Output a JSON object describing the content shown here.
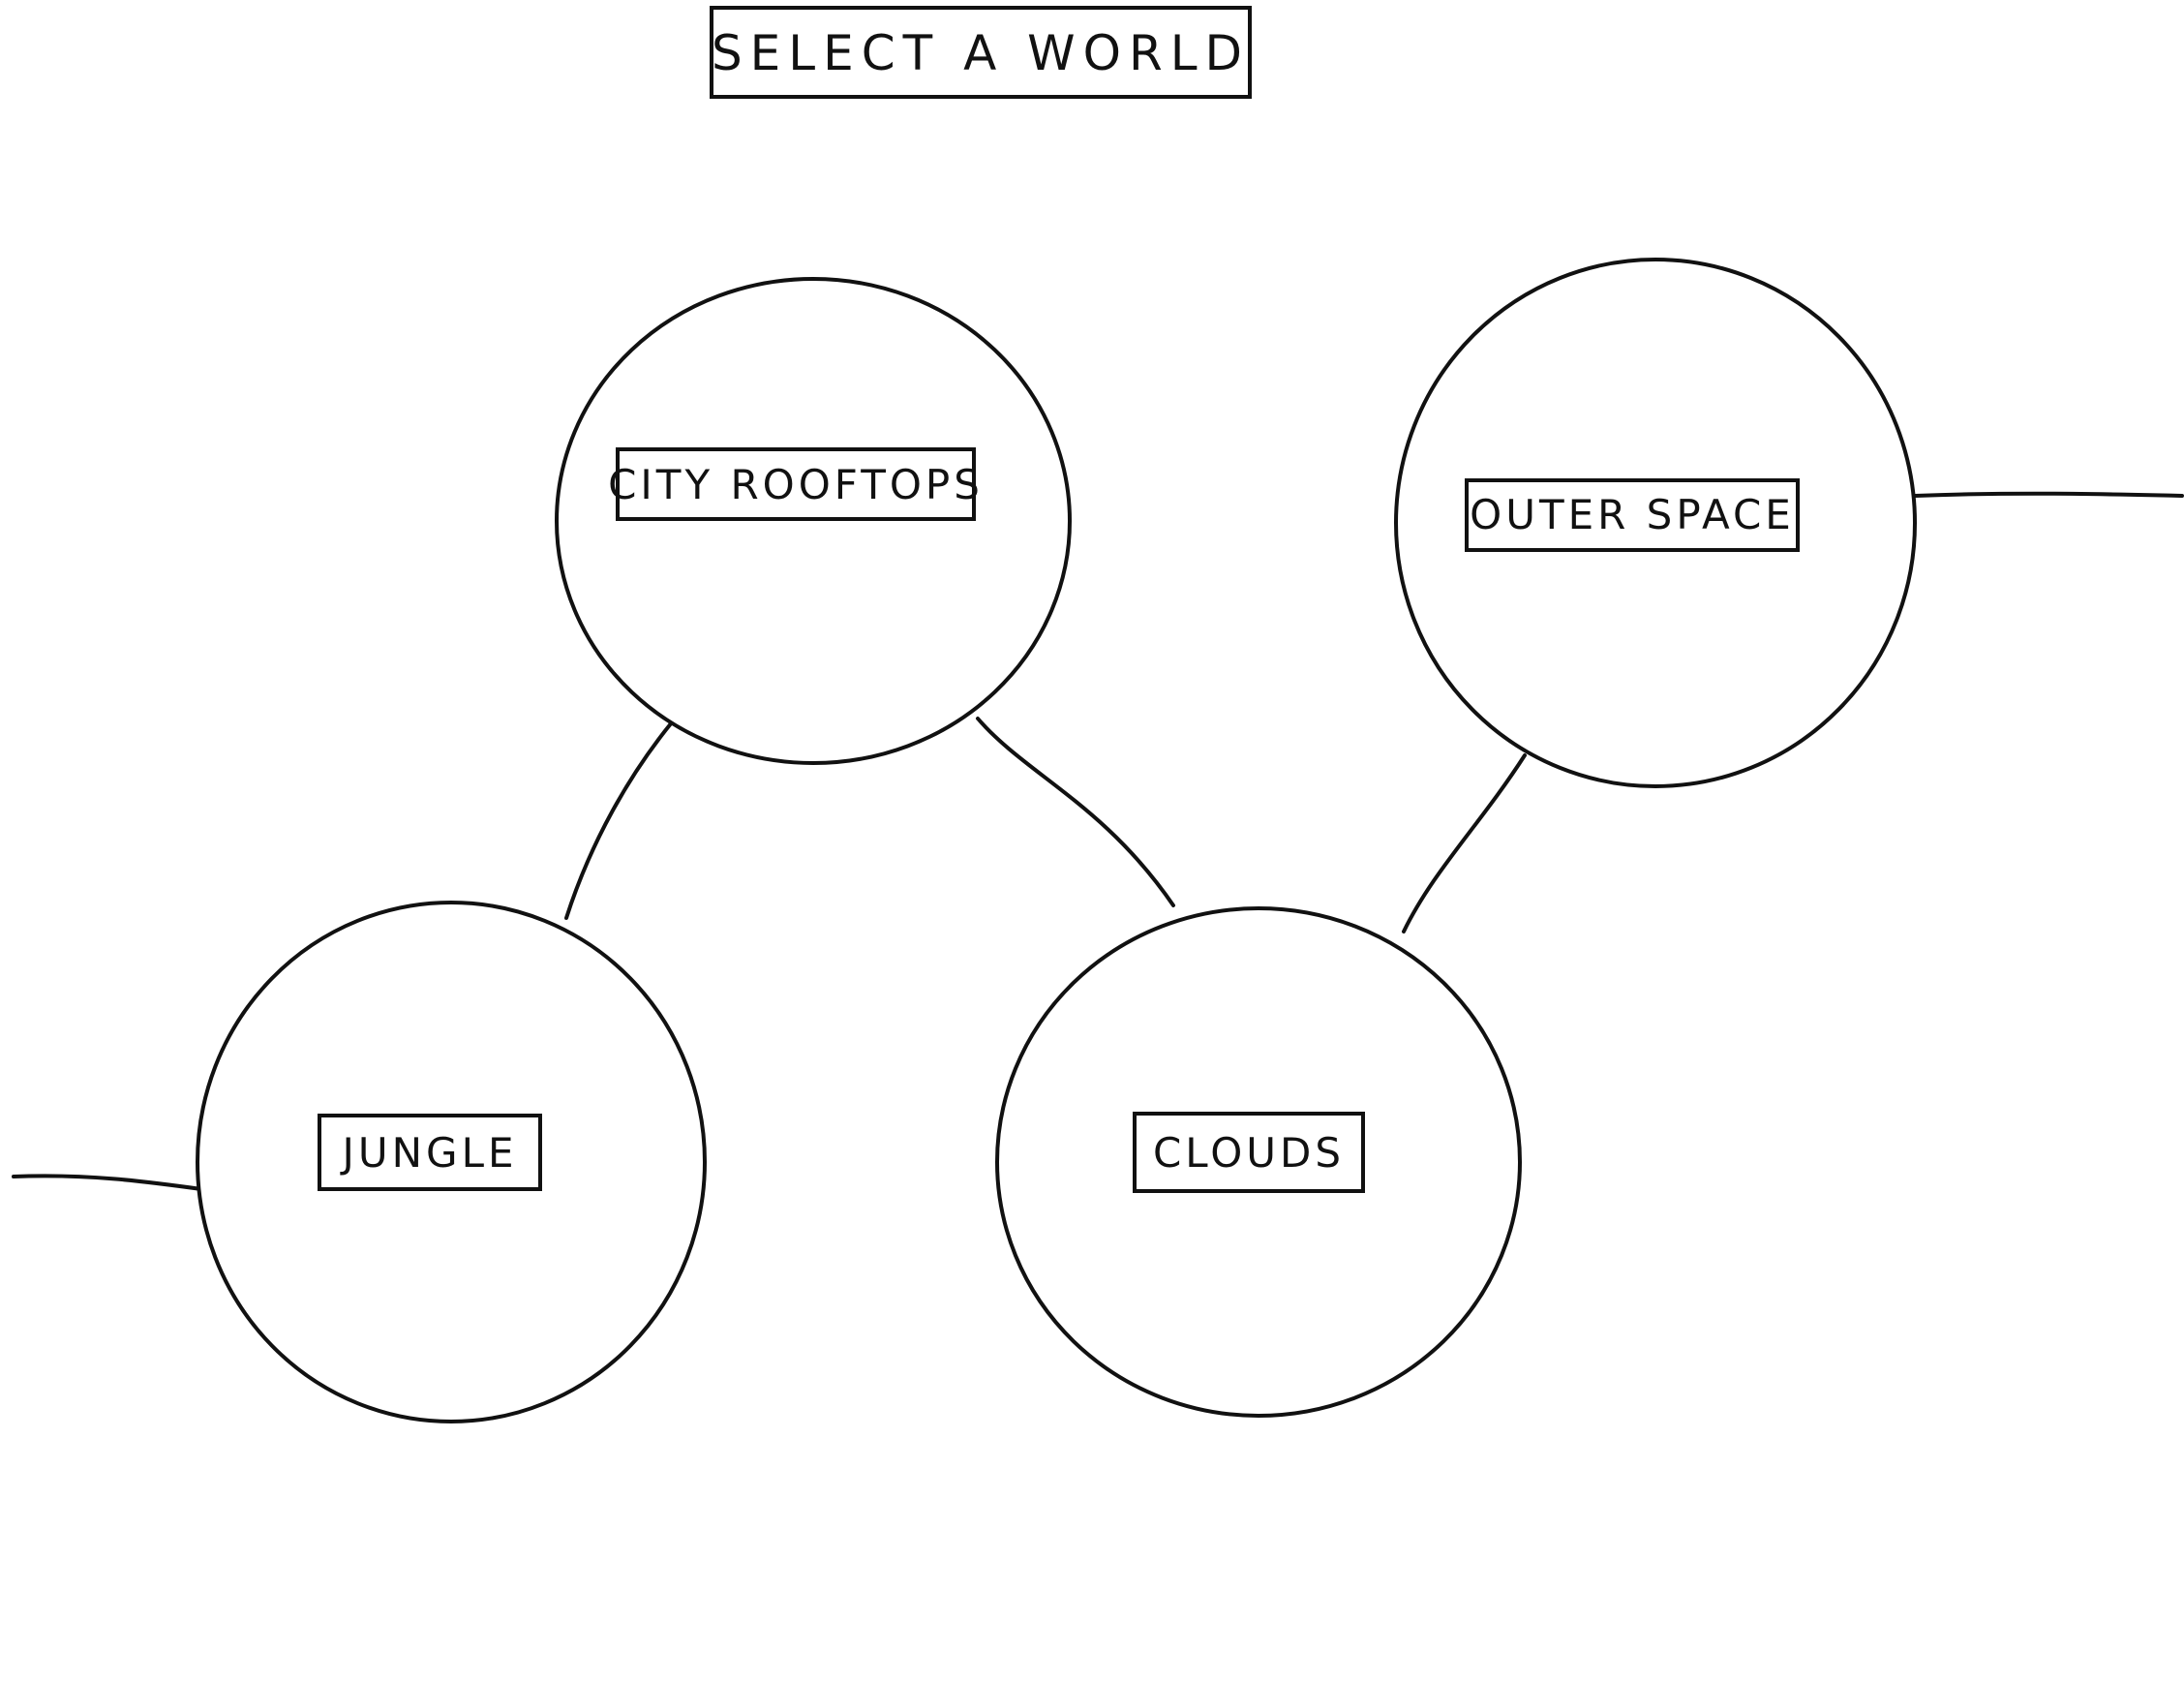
{
  "title": "SELECT A WORLD",
  "worlds": [
    {
      "id": "city-rooftops",
      "label": "CITY ROOFTOPS"
    },
    {
      "id": "outer-space",
      "label": "OUTER SPACE"
    },
    {
      "id": "jungle",
      "label": "JUNGLE"
    },
    {
      "id": "clouds",
      "label": "CLOUDS"
    }
  ],
  "connections": [
    [
      "city-rooftops",
      "jungle"
    ],
    [
      "city-rooftops",
      "clouds"
    ],
    [
      "outer-space",
      "clouds"
    ]
  ],
  "colors": {
    "ink": "#111111",
    "paper": "#ffffff"
  }
}
